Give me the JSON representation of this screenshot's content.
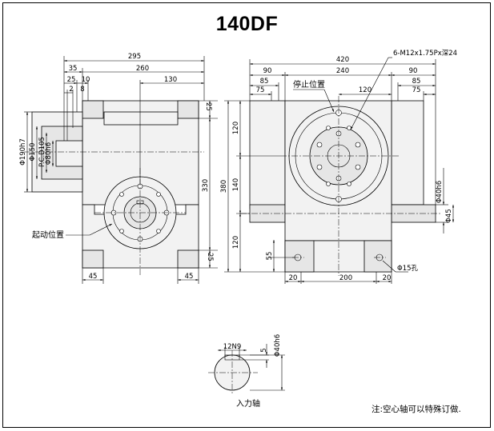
{
  "title": "140DF",
  "front": {
    "dims": {
      "w295": "295",
      "w35": "35",
      "w260": "260",
      "w25": "25",
      "w10": "10",
      "w130": "130",
      "w2": "2",
      "w8": "8",
      "h25": "25",
      "h330": "330",
      "h25b": "25",
      "d190": "Φ190h7",
      "d150": "Φ150",
      "pcd": "P.C.D105",
      "d80": "Φ80h6",
      "b45l": "45",
      "b45r": "45"
    },
    "label_start": "起动位置"
  },
  "side": {
    "dims": {
      "w420": "420",
      "w90l": "90",
      "w240": "240",
      "w90r": "90",
      "w85l": "85",
      "w85r": "85",
      "w75l": "75",
      "w75r": "75",
      "w120": "120",
      "thread": "6-M12x1.75Px深24",
      "h120t": "120",
      "h380": "380",
      "h140": "140",
      "h120b": "120",
      "h55": "55",
      "d40": "Φ40h6",
      "d45": "Φ45",
      "b20l": "20",
      "b200": "200",
      "b20r": "20",
      "hole": "Φ15孔"
    },
    "label_stop": "停止位置"
  },
  "shaft": {
    "dims": {
      "key": "12N9",
      "depth": "5",
      "dia": "Φ40h6"
    },
    "caption": "入力轴"
  },
  "footnote": "注:空心轴可以特殊订做."
}
